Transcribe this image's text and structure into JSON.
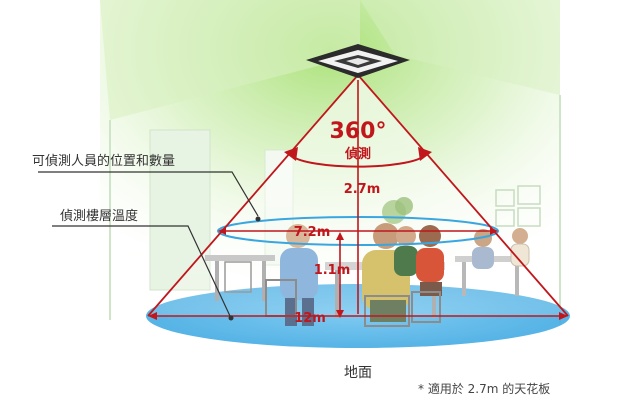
{
  "labels": {
    "rotation_angle": "360°",
    "rotation_text": "偵測",
    "ceiling_height": "2.7m",
    "diameter_middle": "7.2m",
    "height_middle": "1.1m",
    "diameter_floor": "12m",
    "callout_people": "可偵測人員的位置和數量",
    "callout_temperature": "偵測樓層溫度",
    "floor": "地面",
    "footnote": "* 適用於 2.7m 的天花板"
  },
  "colors": {
    "cone_line": "#c0161c",
    "floor_ellipse": "#3aa6e0",
    "mid_ellipse": "#3aa6e0",
    "ceiling_glow": "#9fdc6a",
    "wall": "#dfeedd"
  },
  "icons": {
    "sensor": "ceiling-cassette-ac-icon",
    "rotation": "rotate-arrow-icon"
  }
}
